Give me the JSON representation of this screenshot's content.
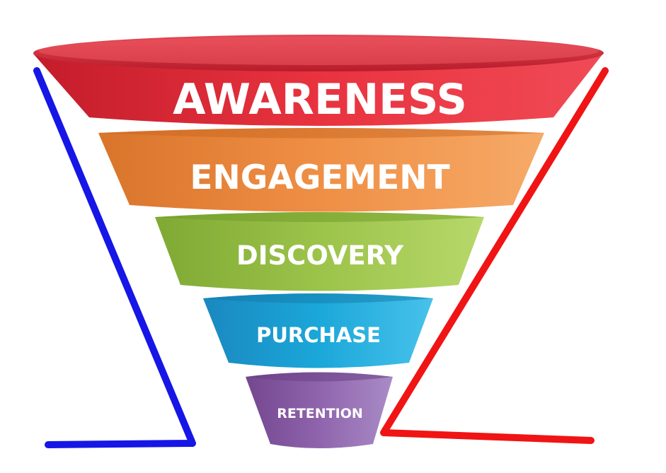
{
  "funnel": {
    "stages": [
      {
        "label": "AWARENESS",
        "color": "#e8333f"
      },
      {
        "label": "ENGAGEMENT",
        "color": "#ef8f45"
      },
      {
        "label": "DISCOVERY",
        "color": "#9cc34a"
      },
      {
        "label": "PURCHASE",
        "color": "#1ba7d9"
      },
      {
        "label": "RETENTION",
        "color": "#8f64ad"
      }
    ]
  },
  "lines": {
    "left_color": "#1616e6",
    "right_color": "#f01414"
  }
}
